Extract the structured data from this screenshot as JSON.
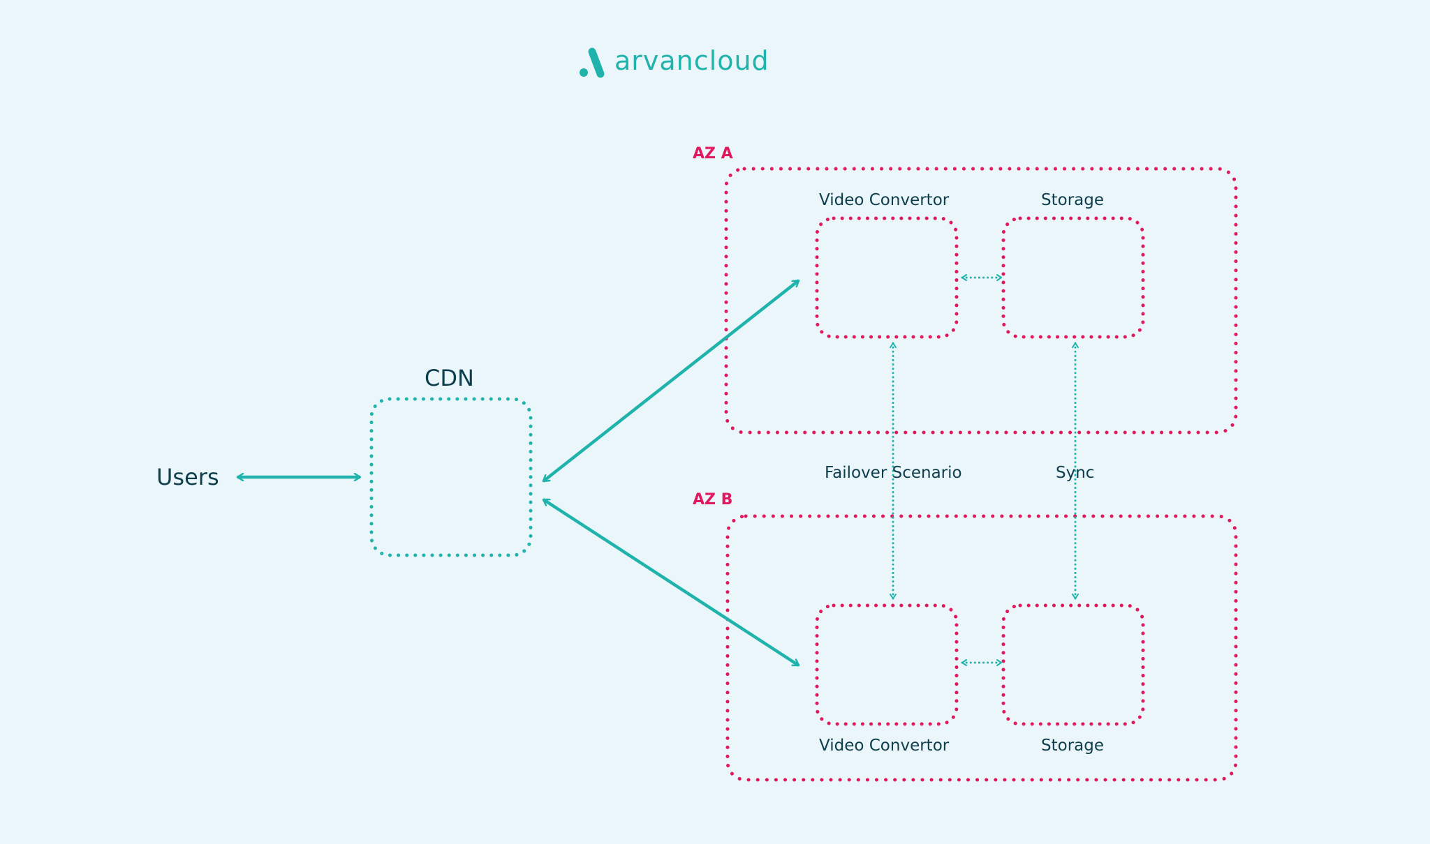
{
  "brand": {
    "name": "arvancloud",
    "accent_color": "#1FB3AB",
    "zone_color": "#E0195F",
    "text_color": "#0E3E4C",
    "background_color": "#EAF6FA"
  },
  "nodes": {
    "users": "Users",
    "cdn": "CDN"
  },
  "zones": [
    {
      "label": "AZ A",
      "services": [
        "Video Convertor",
        "Storage"
      ]
    },
    {
      "label": "AZ B",
      "services": [
        "Video Convertor",
        "Storage"
      ]
    }
  ],
  "connections": {
    "failover": "Failover Scenario",
    "sync": "Sync"
  }
}
